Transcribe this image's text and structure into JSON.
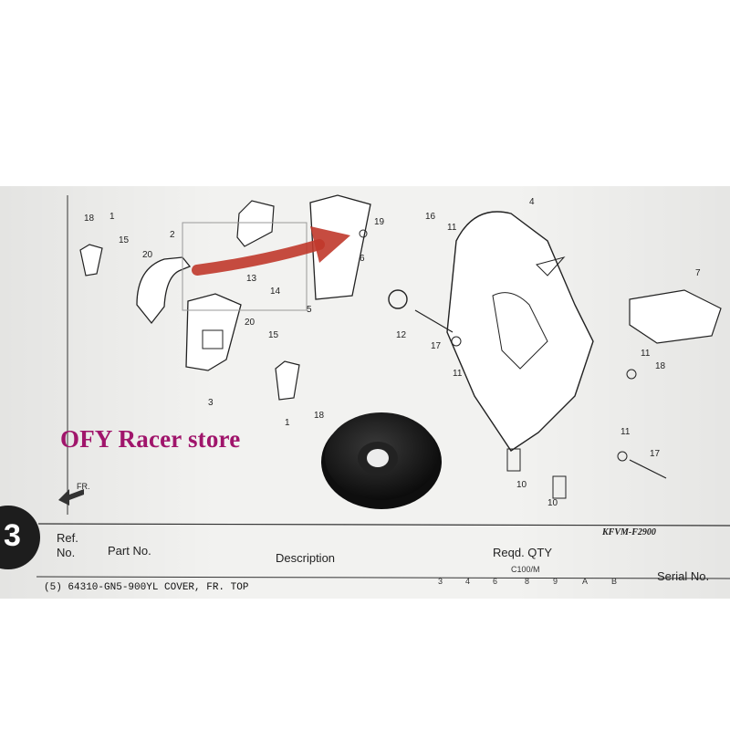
{
  "watermark": {
    "text": "OFY Racer store",
    "color": "#a0156b"
  },
  "diagram": {
    "callouts": [
      "18",
      "1",
      "15",
      "20",
      "2",
      "13",
      "14",
      "5",
      "19",
      "6",
      "16",
      "11",
      "4",
      "7",
      "12",
      "17",
      "11",
      "11",
      "18",
      "20",
      "15",
      "3",
      "18",
      "1",
      "11",
      "17",
      "10",
      "10"
    ],
    "arrow_color": "#c0392b",
    "drawing_code": "KFVM-F2900",
    "direction_label": "FR."
  },
  "table": {
    "ref_no_label": "Ref.\nNo.",
    "ref_label_line1": "Ref.",
    "ref_label_line2": "No.",
    "part_no_label": "Part No.",
    "description_label": "Description",
    "reqd_qty_label": "Reqd. QTY",
    "model_label": "C100/M",
    "qty_columns": [
      "3",
      "4",
      "6",
      "8",
      "9",
      "A",
      "B"
    ],
    "serial_label": "Serial No.",
    "row_text": "(5) 64310-GN5-900YL COVER, FR. TOP"
  },
  "badge": {
    "text": "3"
  },
  "product": {
    "name": "rubber grommet",
    "color": "#1a1a1a"
  }
}
